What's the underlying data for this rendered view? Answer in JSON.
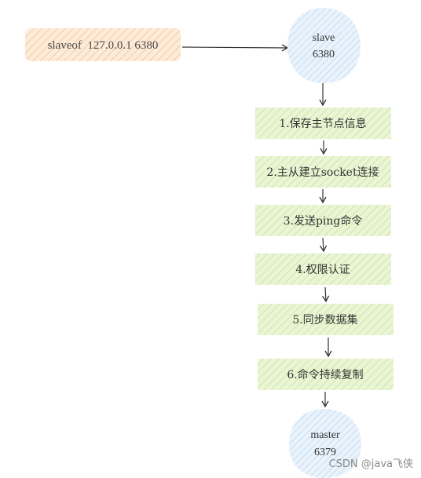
{
  "command": {
    "text": "slaveof  127.0.0.1 6380"
  },
  "slave": {
    "line1": "slave",
    "line2": "6380"
  },
  "steps": [
    "1.保存主节点信息",
    "2.主从建立socket连接",
    "3.发送ping命令",
    "4.权限认证",
    "5.同步数据集",
    "6.命令持续复制"
  ],
  "master": {
    "line1": "master",
    "line2": "6379"
  },
  "watermark": "CSDN @java飞侠",
  "colors": {
    "command_fill": "#fdebd9",
    "command_hatch": "#f6c9a3",
    "step_fill": "#eaf5d5",
    "step_hatch": "#cfe6a6",
    "circle_fill": "#eaf3fb",
    "circle_hatch": "#bcd8f0",
    "arrow": "#333333"
  }
}
